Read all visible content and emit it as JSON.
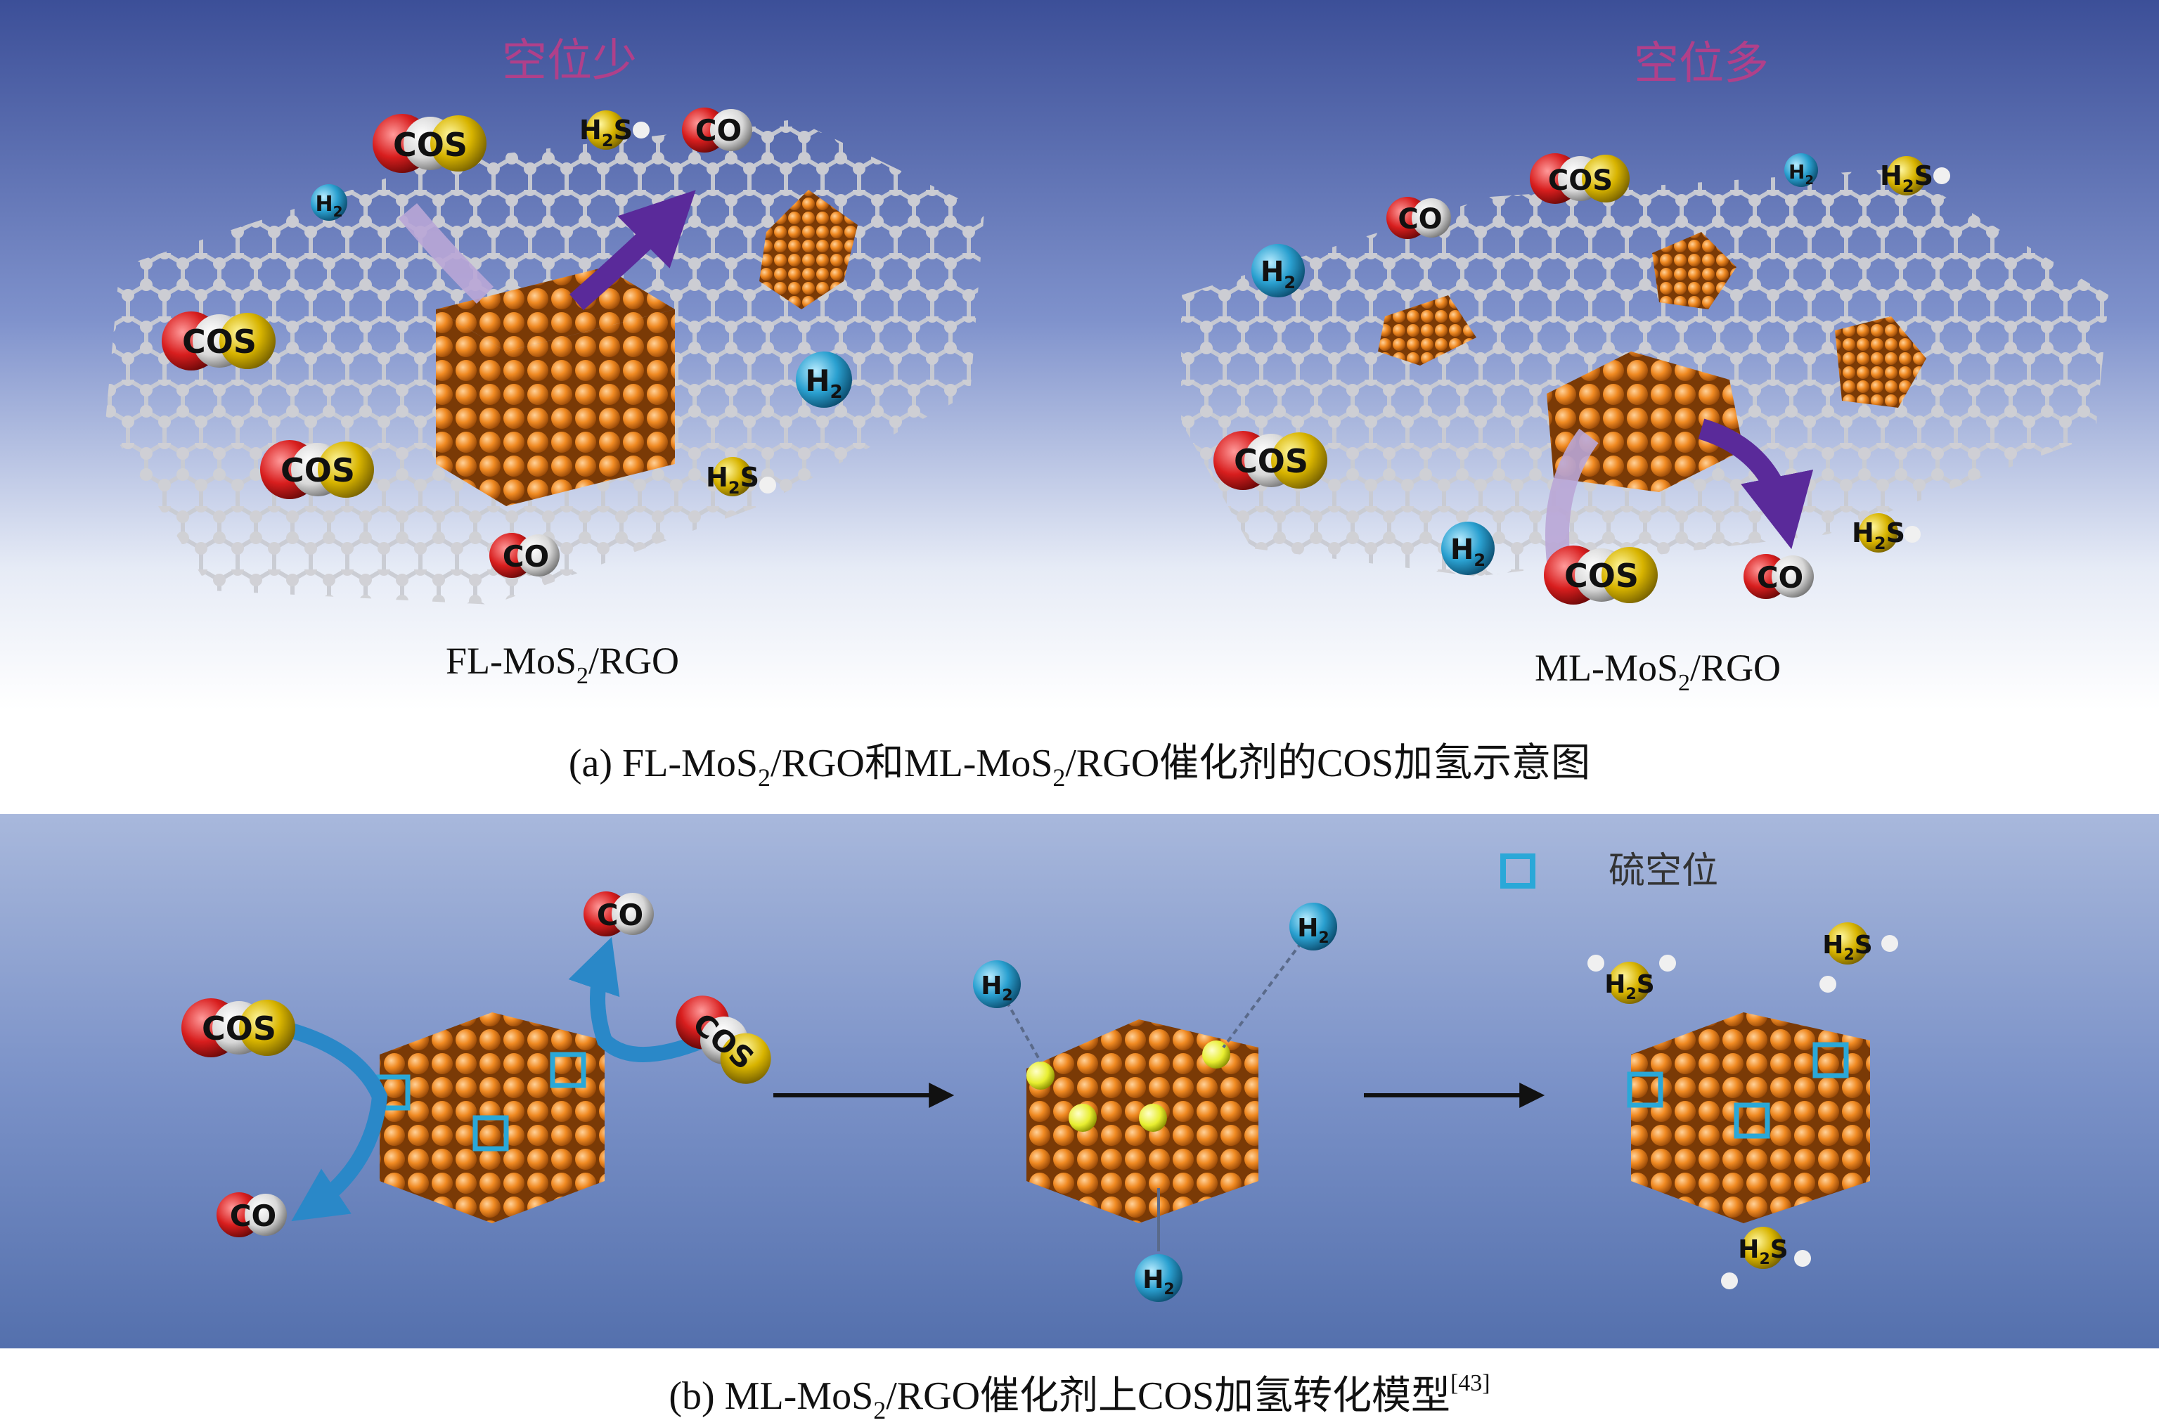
{
  "panel_a": {
    "left_heading": "空位少",
    "right_heading": "空位多",
    "left_label": {
      "base": "FL-MoS",
      "sub": "2",
      "tail": "/RGO"
    },
    "right_label": {
      "base": "ML-MoS",
      "sub": "2",
      "tail": "/RGO"
    },
    "caption": {
      "p1": "(a) FL-MoS",
      "s1": "2",
      "p2": "/RGO和ML-MoS",
      "s2": "2",
      "p3": "/RGO催化剂的COS加氢示意图"
    }
  },
  "panel_b": {
    "legend_label": "硫空位",
    "caption": {
      "p1": "(b) ML-MoS",
      "s1": "2",
      "p2": "/RGO催化剂上COS加氢转化模型",
      "sup": "[43]"
    }
  },
  "molecules": {
    "cos": "COS",
    "co": "CO",
    "h2": {
      "base": "H",
      "sub": "2"
    },
    "h2s": {
      "base": "H",
      "sub": "2",
      "tail": "S"
    }
  },
  "colors": {
    "panel_a_top": "#3c4f98",
    "panel_b_top": "#9fb0d8",
    "molybdenum_sulfide": "#e8821c",
    "sulfur_vacancy": "#2aa8d8",
    "cos_sulfur": "#d8b400",
    "oxygen": "#d81e1e",
    "hydrogen_ball": "#1a88b8"
  }
}
